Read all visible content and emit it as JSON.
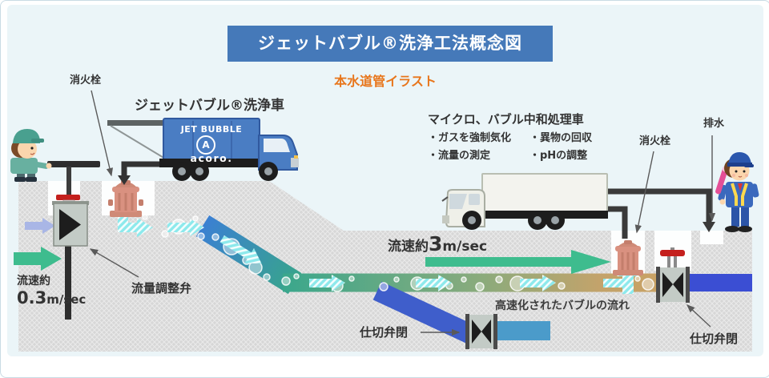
{
  "title": "ジェットバブル®洗浄工法概念図",
  "subtitle": "本水道管イラスト",
  "labels": {
    "hydrant_left": "消火栓",
    "hydrant_right": "消火栓",
    "drain": "排水",
    "flow_adjust_valve": "流量調整弁",
    "gate_valve_mid": "仕切弁閉",
    "gate_valve_right": "仕切弁閉",
    "bubble_flow": "高速化されたバブルの流れ"
  },
  "flow_left": {
    "prefix": "流速約",
    "value": "0.3",
    "unit": "m/sec"
  },
  "flow_right": {
    "prefix": "流速約",
    "value": "3",
    "unit": "m/sec"
  },
  "trucks": {
    "jet": {
      "label": "ジェットバブル®洗浄車",
      "side_text": "JET BUBBLE",
      "logo_letter": "A",
      "brand": "acoro."
    },
    "neutralizer": {
      "label": "マイクロ、バブル中和処理車",
      "features": [
        "・ガスを強制気化",
        "・異物の回収",
        "・流量の測定",
        "・pHの調整"
      ]
    }
  },
  "colors": {
    "banner_bg": "#4579b9",
    "subtitle_orange": "#e8761c",
    "pipe_blue": "#3d55c8",
    "pipe_light_blue": "#3b80d2",
    "pipe_teal": "#38a48c",
    "pipe_tan": "#c9a263",
    "branch_blue": "#3f5ecb",
    "closed_pipe_blue": "#4b9bca",
    "right_end_pipe_blue": "#3b4ed3",
    "arrow_green": "#3ebc8e",
    "bubble_arrow_cyan": "#8de9ec",
    "hydrant_salmon": "#d99180",
    "valve_red": "#c4201d",
    "ground_gray": "#d7d7d7",
    "background": "#ebf5f8"
  }
}
